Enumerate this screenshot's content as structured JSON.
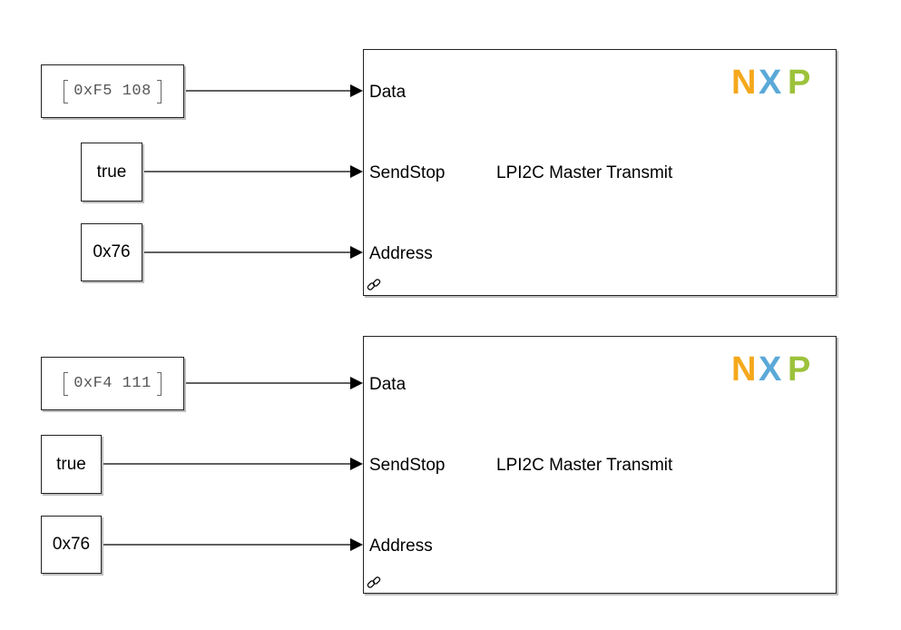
{
  "diagram": {
    "groups": [
      {
        "data_const": "0xF5 108",
        "sendstop_const": "true",
        "address_const": "0x76",
        "ports": [
          "Data",
          "SendStop",
          "Address"
        ],
        "block_title": "LPI2C Master Transmit",
        "logo": "NXP"
      },
      {
        "data_const": "0xF4 111",
        "sendstop_const": "true",
        "address_const": "0x76",
        "ports": [
          "Data",
          "SendStop",
          "Address"
        ],
        "block_title": "LPI2C Master Transmit",
        "logo": "NXP"
      }
    ],
    "icons": {
      "library_link": "link-icon",
      "vendor_logo": "nxp-logo-icon"
    },
    "colors": {
      "logo_n": "#f5a81c",
      "logo_x_blue": "#5aa9d8",
      "logo_x_orange": "#e0a030",
      "logo_p": "#9cc23b",
      "wire": "#000000"
    }
  }
}
